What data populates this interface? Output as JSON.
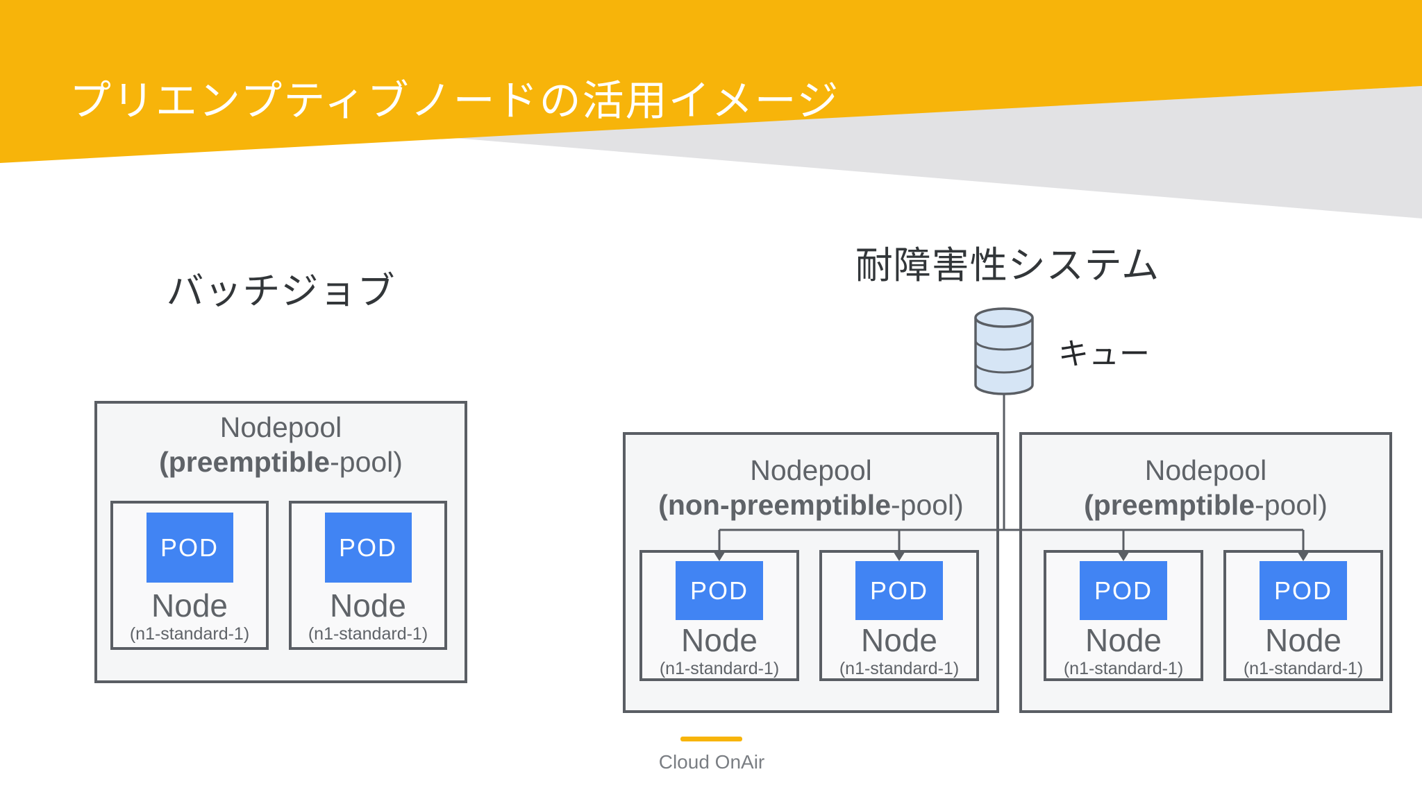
{
  "slide": {
    "title": "プリエンプティブノードの活用イメージ",
    "colors": {
      "banner_yellow": "#F7B40A",
      "shape_gray": "#E2E2E4",
      "pod_blue": "#4184F3",
      "border_gray": "#5A5E64",
      "text_gray": "#5F6368",
      "heading_dark": "#323639",
      "cylinder_fill": "#D6E5F5",
      "footer_text": "#7A7E83"
    },
    "left_section": {
      "heading": "バッチジョブ",
      "nodepool": {
        "name": "Nodepool",
        "pool_bold": "(preemptible",
        "pool_rest": "-pool)",
        "nodes": [
          {
            "pod": "POD",
            "label": "Node",
            "machine": "(n1-standard-1)"
          },
          {
            "pod": "POD",
            "label": "Node",
            "machine": "(n1-standard-1)"
          }
        ]
      }
    },
    "right_section": {
      "heading": "耐障害性システム",
      "queue_label": "キュー",
      "nodepools": [
        {
          "name": "Nodepool",
          "pool_bold": "(non-preemptible",
          "pool_rest": "-pool)",
          "nodes": [
            {
              "pod": "POD",
              "label": "Node",
              "machine": "(n1-standard-1)"
            },
            {
              "pod": "POD",
              "label": "Node",
              "machine": "(n1-standard-1)"
            }
          ]
        },
        {
          "name": "Nodepool",
          "pool_bold": "(preemptible",
          "pool_rest": "-pool)",
          "nodes": [
            {
              "pod": "POD",
              "label": "Node",
              "machine": "(n1-standard-1)"
            },
            {
              "pod": "POD",
              "label": "Node",
              "machine": "(n1-standard-1)"
            }
          ]
        }
      ]
    },
    "footer": {
      "brand": "Cloud OnAir"
    }
  }
}
